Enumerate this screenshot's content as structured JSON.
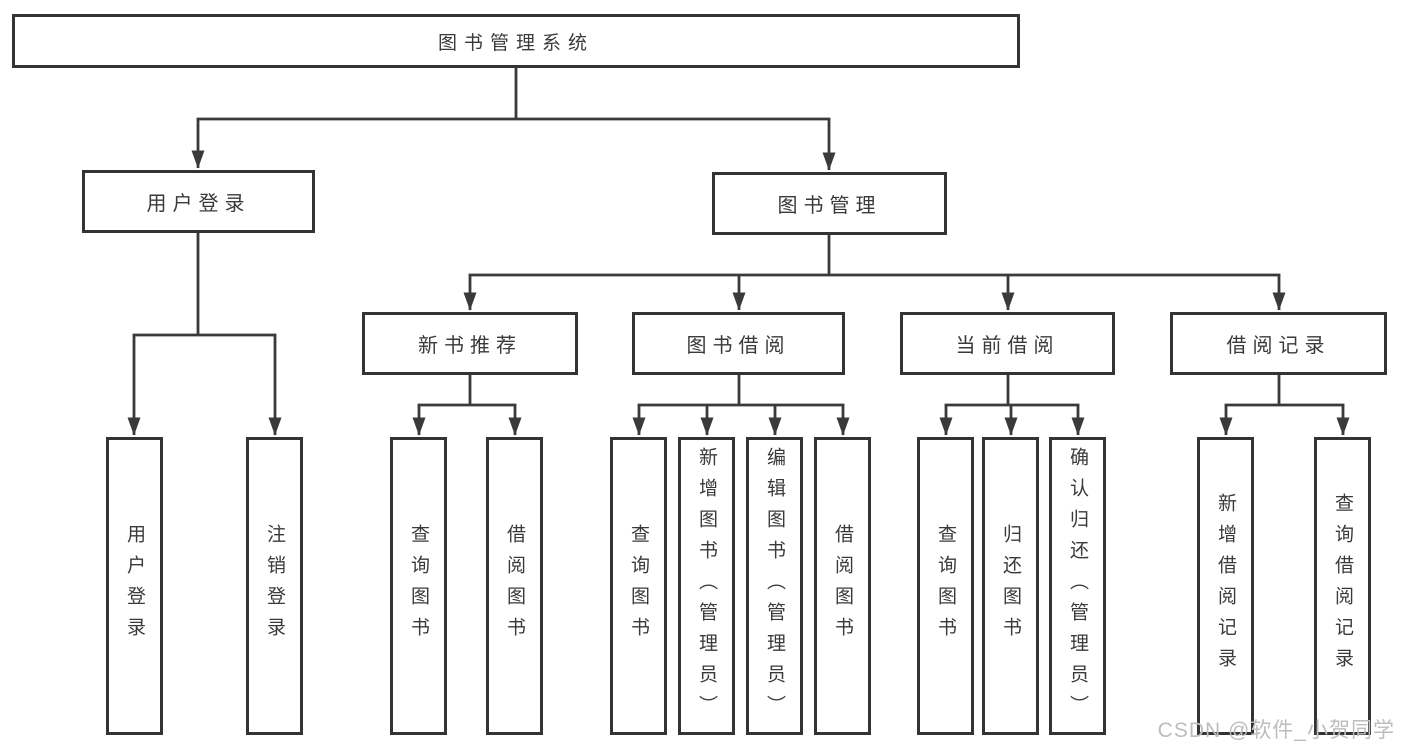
{
  "tree": {
    "label": "图书管理系统",
    "children": [
      {
        "label": "用户登录",
        "children": [
          {
            "label": "用户登录"
          },
          {
            "label": "注销登录"
          }
        ]
      },
      {
        "label": "图书管理",
        "children": [
          {
            "label": "新书推荐",
            "children": [
              {
                "label": "查询图书"
              },
              {
                "label": "借阅图书"
              }
            ]
          },
          {
            "label": "图书借阅",
            "children": [
              {
                "label": "查询图书"
              },
              {
                "label": "新增图书（管理员）"
              },
              {
                "label": "编辑图书（管理员）"
              },
              {
                "label": "借阅图书"
              }
            ]
          },
          {
            "label": "当前借阅",
            "children": [
              {
                "label": "查询图书"
              },
              {
                "label": "归还图书"
              },
              {
                "label": "确认归还（管理员）"
              }
            ]
          },
          {
            "label": "借阅记录",
            "children": [
              {
                "label": "新增借阅记录"
              },
              {
                "label": "查询借阅记录"
              }
            ]
          }
        ]
      }
    ]
  },
  "watermark": "CSDN @软件_小贺同学",
  "colors": {
    "line": "#3a3a3a",
    "box_border": "#333333",
    "text": "#3a3a3a",
    "watermark": "#bdbcc0",
    "background": "#ffffff"
  }
}
